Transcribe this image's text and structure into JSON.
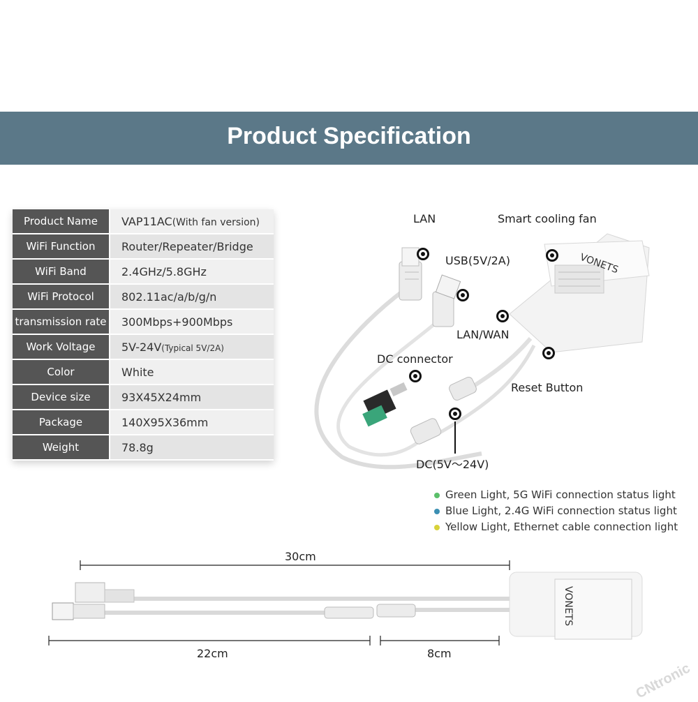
{
  "banner": {
    "title": "Product Specification"
  },
  "specs": [
    {
      "key": "Product Name",
      "value": "VAP11AC",
      "note": "(With fan version)"
    },
    {
      "key": "WiFi Function",
      "value": "Router/Repeater/Bridge"
    },
    {
      "key": "WiFi Band",
      "value": "2.4GHz/5.8GHz"
    },
    {
      "key": "WiFi Protocol",
      "value": "802.11ac/a/b/g/n"
    },
    {
      "key": "transmission rate",
      "value": "300Mbps+900Mbps"
    },
    {
      "key": "Work Voltage",
      "value": "5V-24V",
      "note": "(Typical 5V/2A)"
    },
    {
      "key": "Color",
      "value": "White"
    },
    {
      "key": "Device size",
      "value": "93X45X24mm"
    },
    {
      "key": "Package",
      "value": "140X95X36mm"
    },
    {
      "key": "Weight",
      "value": "78.8g"
    }
  ],
  "callouts": {
    "lan": "LAN",
    "usb": "USB(5V/2A)",
    "fan": "Smart cooling fan",
    "lan_wan": "LAN/WAN",
    "dc_connector": "DC connector",
    "reset": "Reset Button",
    "dc": "DC(5V～24V)"
  },
  "device": {
    "brand": "VONETS"
  },
  "legend": [
    {
      "text": "Green Light, 5G WiFi connection status light",
      "color": "#5bbf6a"
    },
    {
      "text": "Blue Light, 2.4G WiFi connection status light",
      "color": "#3c8fb3"
    },
    {
      "text": "Yellow Light, Ethernet cable connection light",
      "color": "#d8d23a"
    }
  ],
  "dimensions": {
    "total": "30cm",
    "left": "22cm",
    "right": "8cm"
  },
  "watermark": {
    "text": "CNtronic"
  }
}
